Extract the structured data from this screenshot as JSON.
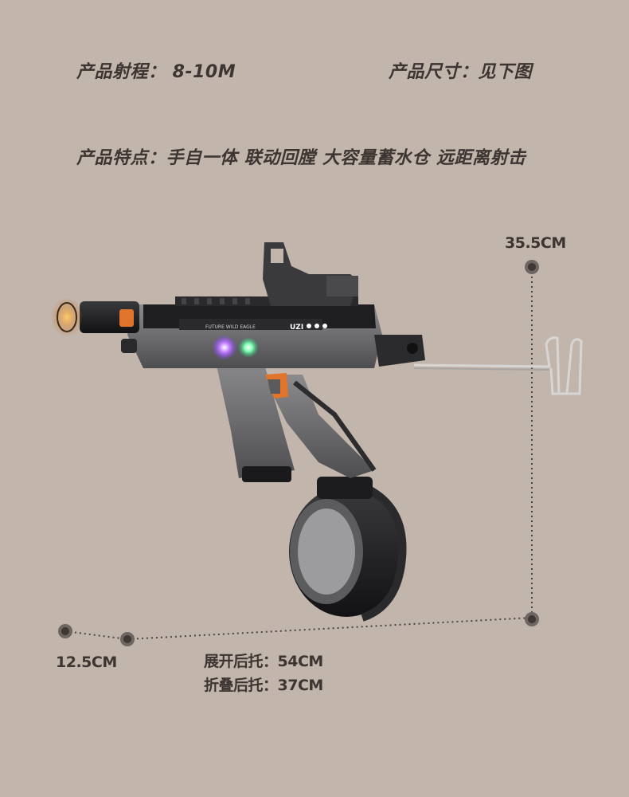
{
  "specs": {
    "range": "产品射程： 8-10M",
    "size": "产品尺寸：见下图",
    "features": "产品特点：手自一体  联动回膛  大容量蓄水仓  远距离射击"
  },
  "dimensions": {
    "height": "35.5CM",
    "width": "12.5CM",
    "stock_open": "展开后托：54CM",
    "stock_folded": "折叠后托：37CM"
  },
  "product": {
    "side_text": "FUTURE WILD EAGLE",
    "badge": "UZI"
  },
  "colors": {
    "background": "#c2b5ac",
    "body_dark": "#1e1e20",
    "body_grey": "#6e6d70",
    "accent_orange": "#e0742a"
  }
}
